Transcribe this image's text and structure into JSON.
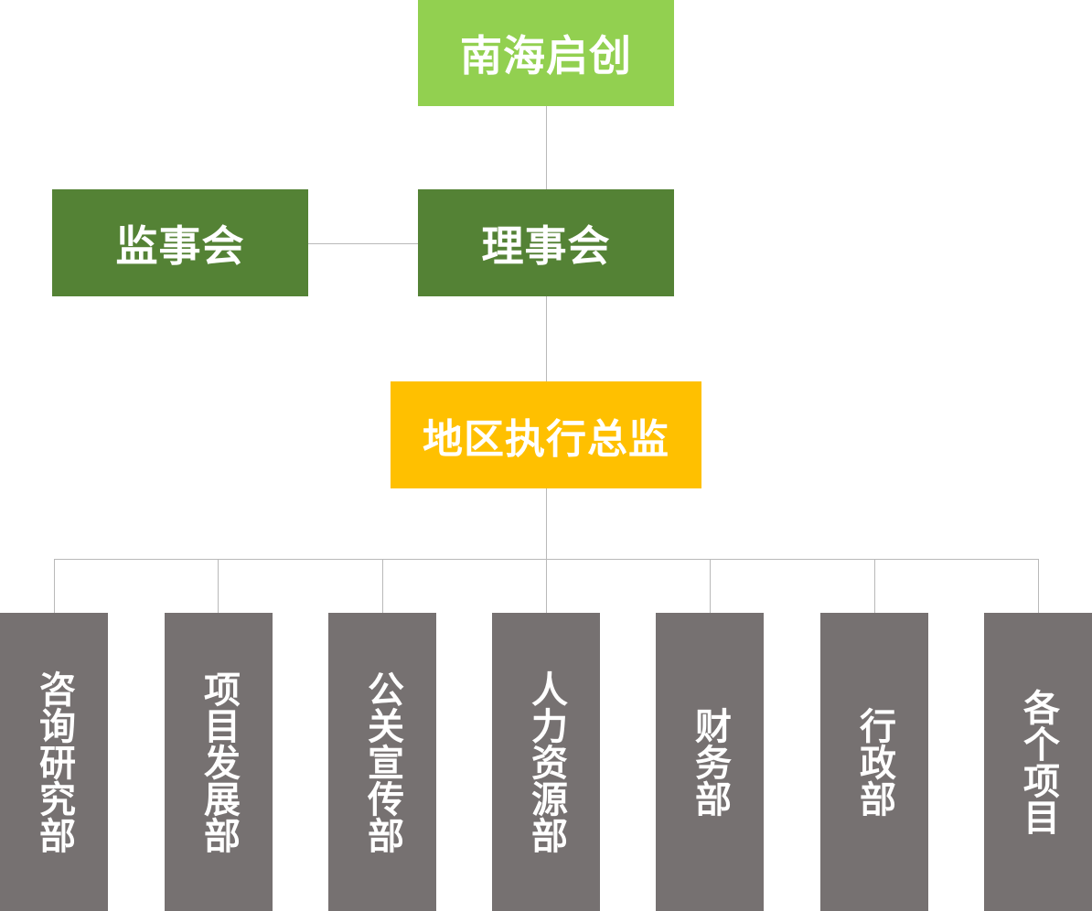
{
  "colors": {
    "top": "#92d050",
    "board": "#548235",
    "director": "#ffc000",
    "department": "#767171",
    "connector": "#b9b9b9"
  },
  "org": {
    "top": "南海启创",
    "board": "理事会",
    "supervisory": "监事会",
    "director": "地区执行总监",
    "departments": [
      "咨询研究部",
      "项目发展部",
      "公关宣传部",
      "人力资源部",
      "财务部",
      "行政部",
      "各个项目"
    ]
  }
}
